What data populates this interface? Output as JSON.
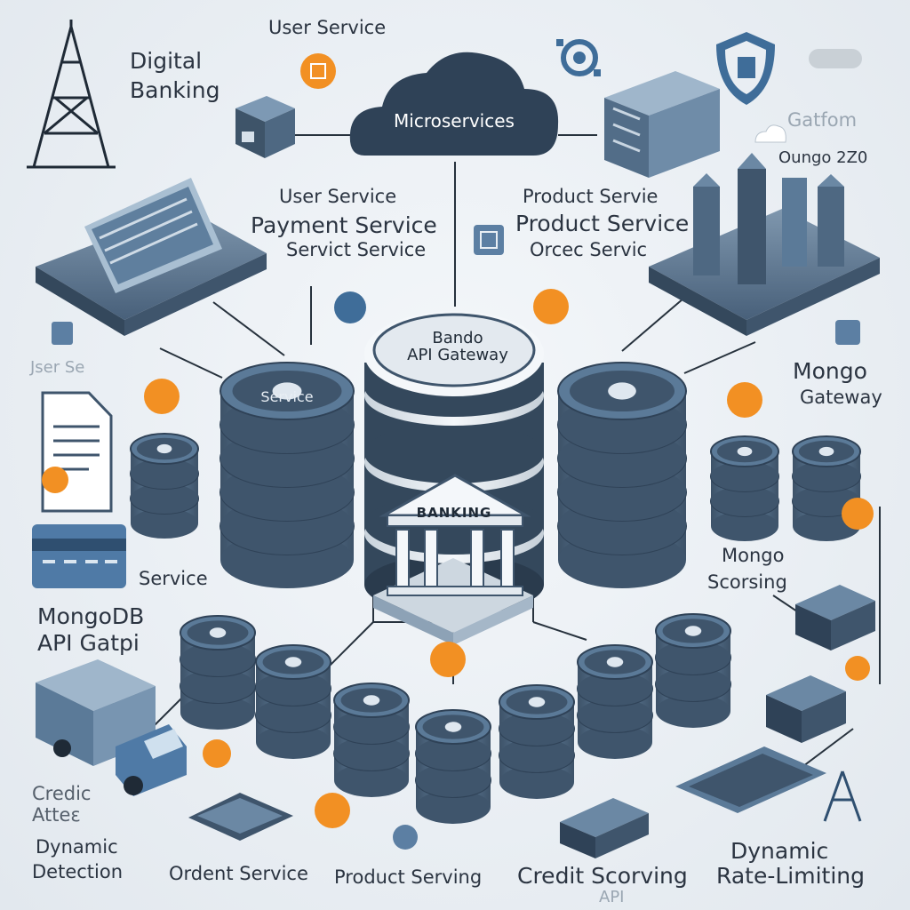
{
  "title_left": {
    "line1": "Digital",
    "line2": "Banking"
  },
  "top_label": "User Service",
  "cloud_label": "Microservices",
  "top_right_faded": {
    "line1": "Gatfom"
  },
  "top_right_label": "Oungo 2Z0",
  "left_services": {
    "line1": "User Service",
    "line2": "Payment Service",
    "line3": "Servict Service"
  },
  "right_services": {
    "line1": "Product Servie",
    "line2": "Product Service",
    "line3": "Orcec Servic"
  },
  "left_faded": "Jser Se",
  "left_stack_label": "Service",
  "gateway": {
    "line1": "Bando",
    "line2": "API Gateway"
  },
  "bank_label": "BANKING",
  "right_mid_label": {
    "line1": "Mongo",
    "line2": "Gateway"
  },
  "left_card_label": "Service",
  "right_scoring": {
    "line1": "Mongo",
    "line2": "Scorsing"
  },
  "left_mongo": {
    "line1": "MongoDB",
    "line2": "API Gatpi"
  },
  "bottom_left": {
    "line1": "Credic",
    "line2": "Atteε",
    "line3": "Dynamic",
    "line4": "Detection"
  },
  "bottom_labels": {
    "order": "Ordent Service",
    "product": "Product Serving",
    "credit": "Credit Scorving",
    "api": "API"
  },
  "bottom_right": {
    "line1": "Dynamic",
    "line2": "Rate-Limiting"
  },
  "colors": {
    "db_dark": "#3f556c",
    "db_mid": "#5b7a98",
    "db_light": "#8aa6c1",
    "accent_orange": "#f29023",
    "cloud": "#2f4257",
    "line": "#27323d"
  }
}
